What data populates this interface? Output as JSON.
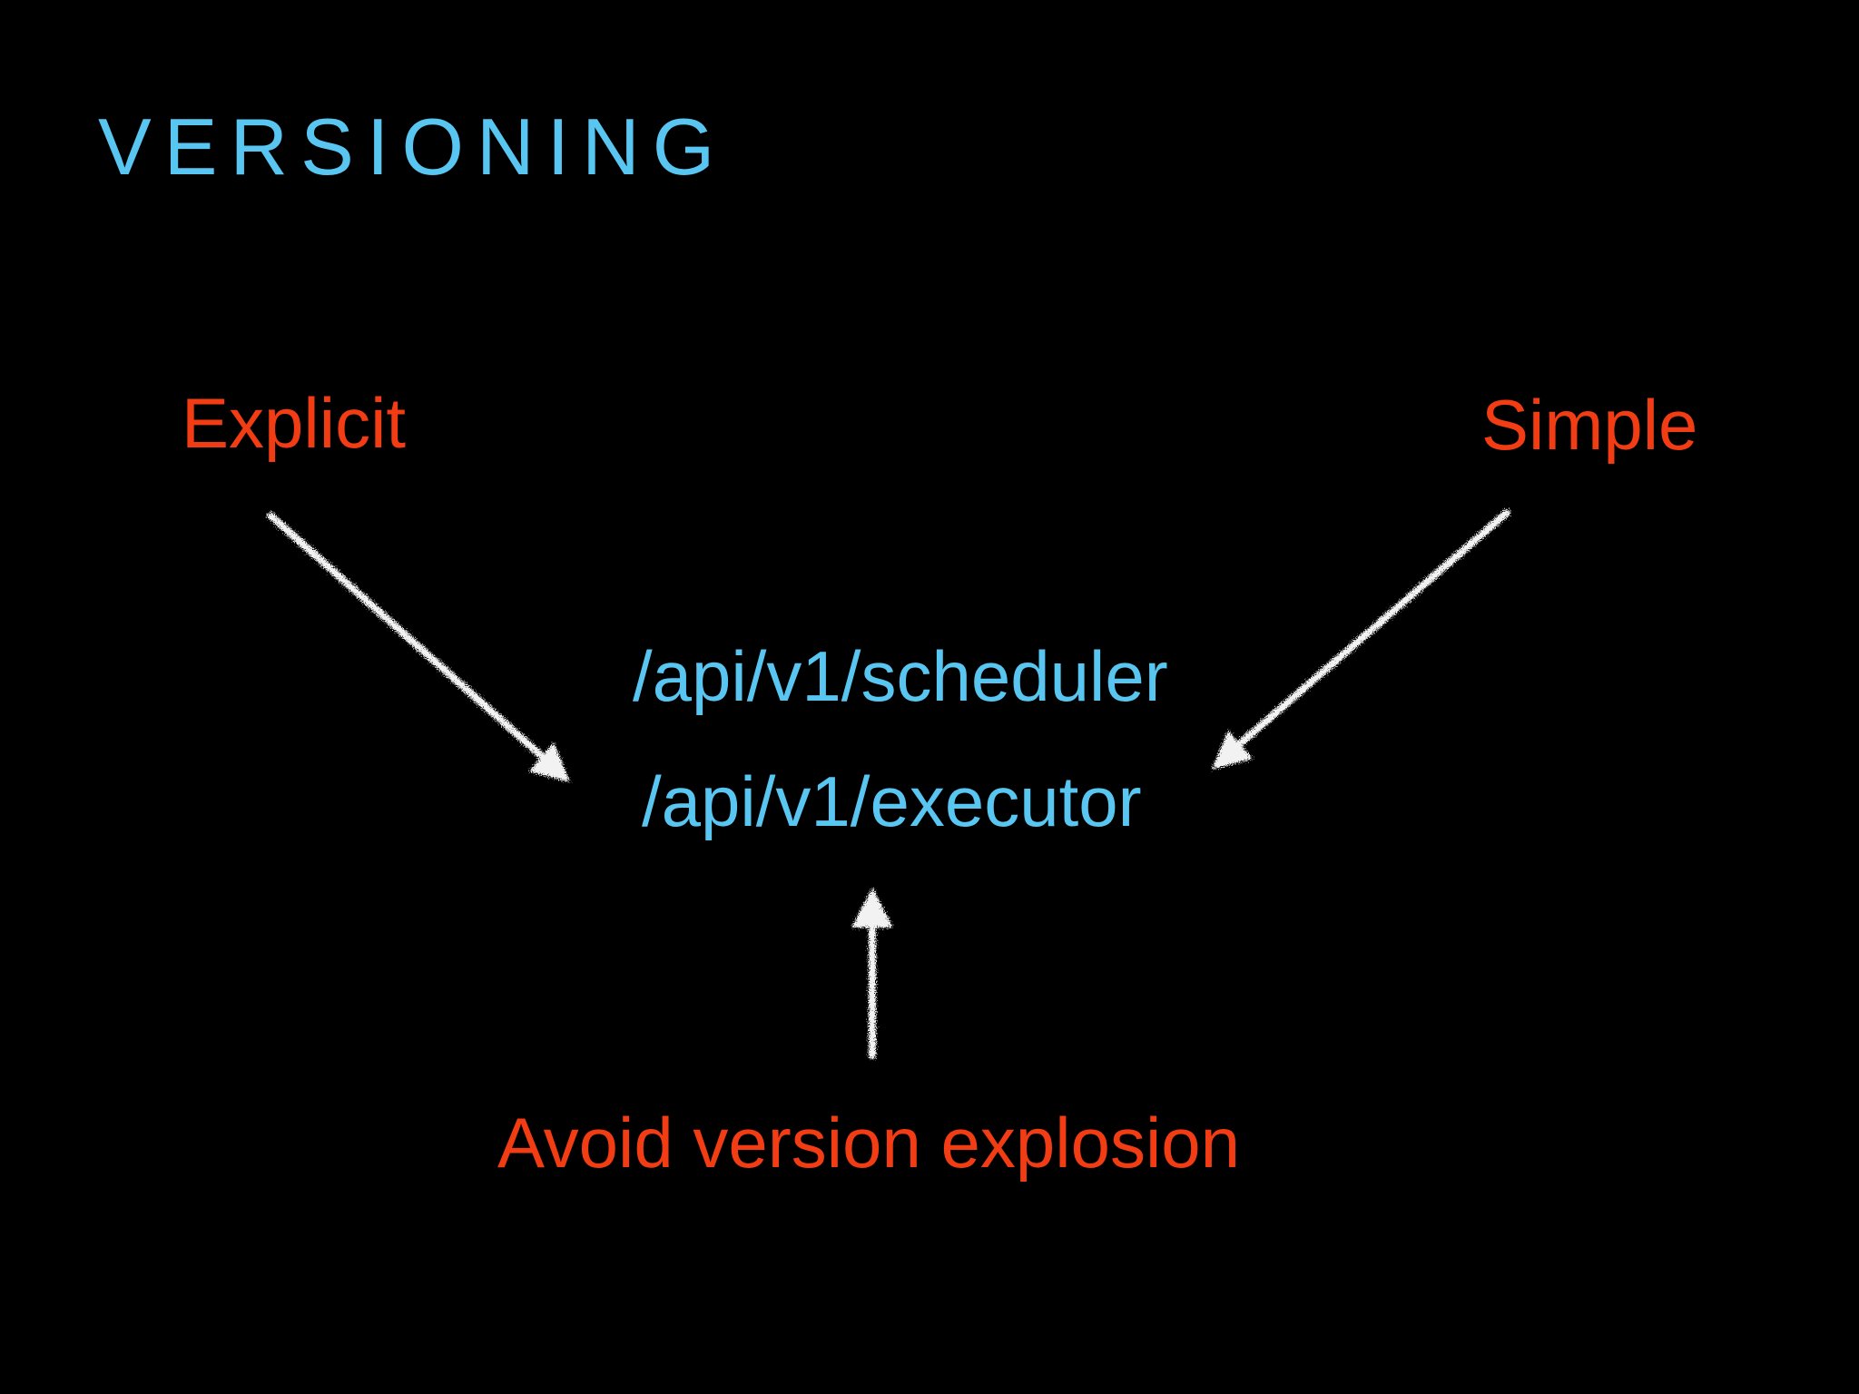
{
  "slide": {
    "title": "VERSIONING",
    "left_label": "Explicit",
    "right_label": "Simple",
    "endpoints": [
      "/api/v1/scheduler",
      "/api/v1/executor"
    ],
    "bottom_label": "Avoid version explosion",
    "arrows": [
      {
        "name": "explicit-to-endpoints-arrow",
        "direction": "down-right",
        "from": "Explicit",
        "to": "endpoints"
      },
      {
        "name": "simple-to-endpoints-arrow",
        "direction": "down-left",
        "from": "Simple",
        "to": "endpoints"
      },
      {
        "name": "avoid-to-endpoints-arrow",
        "direction": "up",
        "from": "Avoid version explosion",
        "to": "endpoints"
      }
    ],
    "colors": {
      "background": "#000000",
      "blue": "#58C6F0",
      "red": "#F23C14",
      "arrow": "#F2F2F2"
    }
  }
}
